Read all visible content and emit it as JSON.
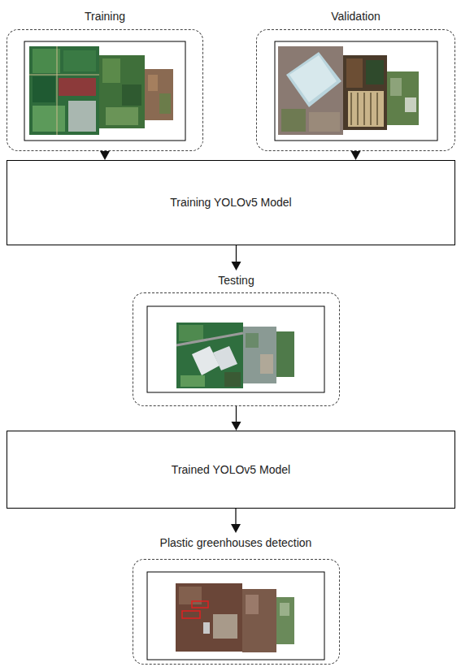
{
  "diagram": {
    "nodes": [
      {
        "text": [
          "Training"
        ]
      },
      {
        "text": [
          "Validation"
        ]
      },
      {
        "text": [
          "Training YOLOv5 Model"
        ]
      },
      {
        "text": [
          "Testing"
        ]
      },
      {
        "text": [
          "Trained YOLOv5 Model"
        ]
      },
      {
        "text": [
          "Plastic greenhouses detection"
        ]
      }
    ],
    "edges": [
      {
        "from": 0,
        "to": 2,
        "arrow": "to"
      },
      {
        "from": 1,
        "to": 2,
        "arrow": "to"
      },
      {
        "from": 2,
        "to": 3,
        "arrow": "to"
      },
      {
        "from": 3,
        "to": 4,
        "arrow": "to"
      },
      {
        "from": 4,
        "to": 5,
        "arrow": "to"
      }
    ]
  }
}
